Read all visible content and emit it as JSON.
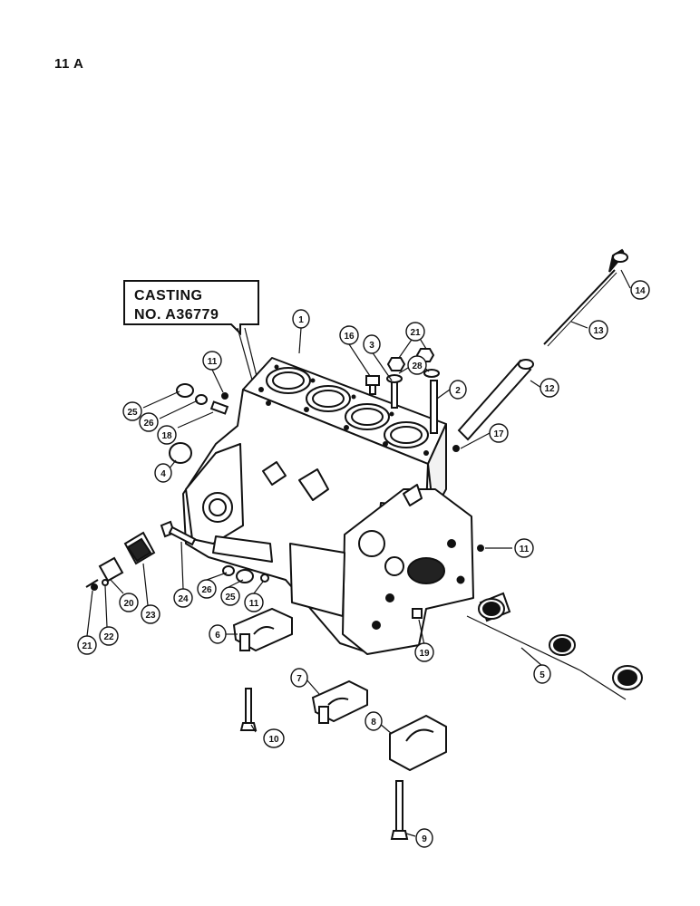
{
  "page_label": "11 A",
  "casting_box": {
    "line1": "CASTING",
    "line2": "NO. A36779"
  },
  "callouts": [
    {
      "id": "c1",
      "label": "1"
    },
    {
      "id": "c2",
      "label": "2"
    },
    {
      "id": "c3",
      "label": "3"
    },
    {
      "id": "c4",
      "label": "4"
    },
    {
      "id": "c5",
      "label": "5"
    },
    {
      "id": "c6",
      "label": "6"
    },
    {
      "id": "c7",
      "label": "7"
    },
    {
      "id": "c8",
      "label": "8"
    },
    {
      "id": "c9",
      "label": "9"
    },
    {
      "id": "c10",
      "label": "10"
    },
    {
      "id": "c11a",
      "label": "11"
    },
    {
      "id": "c11b",
      "label": "11"
    },
    {
      "id": "c11c",
      "label": "11"
    },
    {
      "id": "c12",
      "label": "12"
    },
    {
      "id": "c13",
      "label": "13"
    },
    {
      "id": "c14",
      "label": "14"
    },
    {
      "id": "c16",
      "label": "16"
    },
    {
      "id": "c17",
      "label": "17"
    },
    {
      "id": "c18",
      "label": "18"
    },
    {
      "id": "c19",
      "label": "19"
    },
    {
      "id": "c20",
      "label": "20"
    },
    {
      "id": "c21a",
      "label": "21"
    },
    {
      "id": "c21b",
      "label": "21"
    },
    {
      "id": "c22",
      "label": "22"
    },
    {
      "id": "c23",
      "label": "23"
    },
    {
      "id": "c24",
      "label": "24"
    },
    {
      "id": "c25a",
      "label": "25"
    },
    {
      "id": "c25b",
      "label": "25"
    },
    {
      "id": "c26a",
      "label": "26"
    },
    {
      "id": "c26b",
      "label": "26"
    },
    {
      "id": "c28",
      "label": "28"
    }
  ]
}
